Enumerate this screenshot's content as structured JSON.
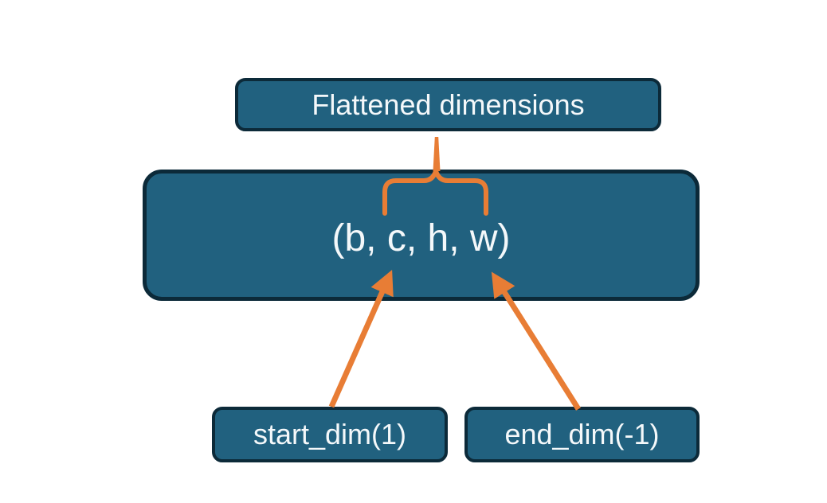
{
  "diagram": {
    "title_box": {
      "label": "Flattened dimensions"
    },
    "tensor_box": {
      "label": "(b, c, h, w)"
    },
    "start_box": {
      "label": "start_dim(1)"
    },
    "end_box": {
      "label": "end_dim(-1)"
    }
  },
  "colors": {
    "background": "#FFFFFF",
    "box-fill": "#21617F",
    "box-border": "#0C2A39",
    "accent-orange": "#E87D35",
    "text": "#F4F8FA"
  }
}
